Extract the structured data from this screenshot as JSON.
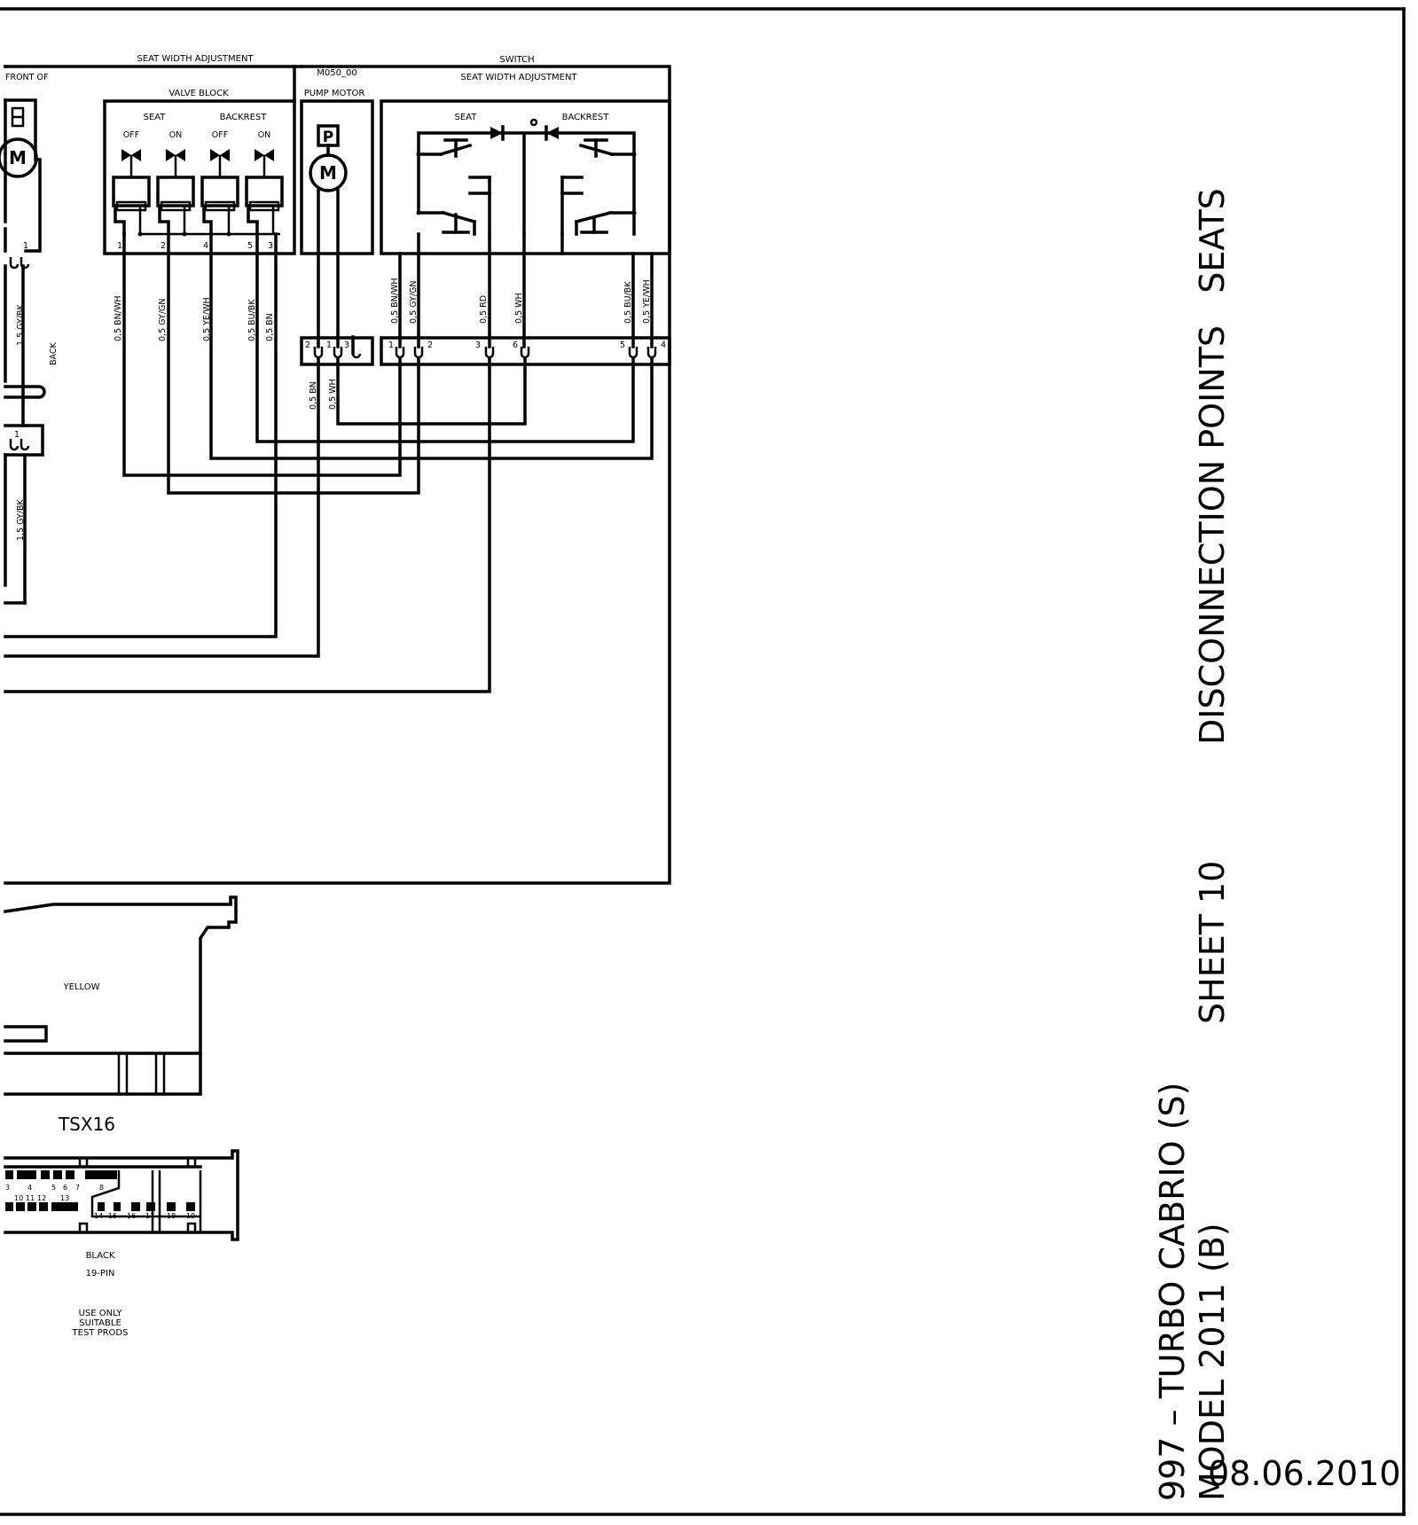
{
  "title_block": {
    "model_line1": "997 – TURBO CABRIO (S)",
    "model_line2": "MODEL 2011 (B)",
    "sheet": "SHEET 10",
    "section": "DISCONNECTION POINTS   SEATS",
    "date": "08.06.2010"
  },
  "left_fragment": {
    "front_of": "FRONT OF",
    "motor_glyph": "M",
    "back_label": "BACK",
    "wire_upper": "1,5 GY/BK",
    "wire_lower": "1,5 GY/BK",
    "pin_upper": "1",
    "pin_lower": "1"
  },
  "seat_width": {
    "title": "SEAT WIDTH ADJUSTMENT",
    "valve_block": {
      "label": "VALVE BLOCK",
      "group_seat": "SEAT",
      "group_backrest": "BACKREST",
      "valves": [
        {
          "state": "OFF",
          "pin": "1",
          "wire": "0,5 BN/WH"
        },
        {
          "state": "ON",
          "pin": "2",
          "wire": "0,5 GY/GN"
        },
        {
          "state": "OFF",
          "pin": "4",
          "wire": "0,5 YE/WH"
        },
        {
          "state": "ON",
          "pin": "5",
          "wire": "0,5 BU/BK"
        }
      ],
      "extra_pin": "3",
      "extra_wire": "0,5 BN"
    },
    "pump": {
      "code": "M050_00",
      "label": "PUMP MOTOR",
      "p_glyph": "P",
      "m_glyph": "M",
      "pins": [
        "2",
        "1",
        "3"
      ],
      "wires": [
        "0,5 BN",
        "0,5 WH"
      ]
    },
    "switch": {
      "title": "SWITCH",
      "subtitle": "SEAT WIDTH ADJUSTMENT",
      "seat": "SEAT",
      "backrest": "BACKREST",
      "pins": [
        "1",
        "2",
        "3",
        "6",
        "5",
        "4"
      ],
      "wires": [
        "0,5 BN/WH",
        "0,5 GY/GN",
        "0,5 RD",
        "0,5 WH",
        "0,5 BU/BK",
        "0,5 YE/WH"
      ]
    }
  },
  "connector_yellow": {
    "color_label": "YELLOW"
  },
  "connector_tsx16": {
    "name": "TSX16",
    "pins_top": [
      "3",
      "4",
      "5",
      "6",
      "7",
      "8"
    ],
    "pins_bottom": [
      "10",
      "11",
      "12",
      "13",
      "14",
      "15",
      "16",
      "17",
      "18",
      "19"
    ],
    "color_label": "BLACK",
    "pin_count": "19-PIN",
    "note_line1": "USE ONLY",
    "note_line2": "SUITABLE",
    "note_line3": "TEST PRODS"
  }
}
